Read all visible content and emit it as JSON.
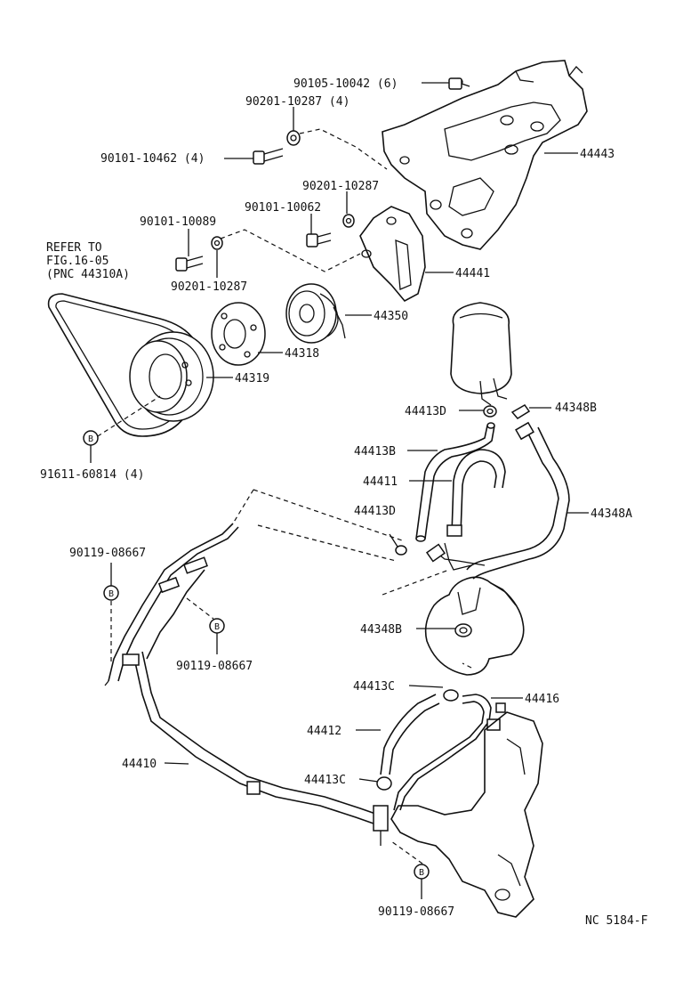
{
  "labels": {
    "p_90105_10042": "90105-10042 (6)",
    "p_90201_10287_4": "90201-10287 (4)",
    "p_90101_10462": "90101-10462 (4)",
    "p_44443": "44443",
    "p_90201_10287_a": "90201-10287",
    "p_90101_10062": "90101-10062",
    "p_90101_10089": "90101-10089",
    "refer_line1": "REFER TO",
    "refer_line2": "FIG.16-05",
    "refer_line3": "(PNC 44310A)",
    "p_90201_10287_b": "90201-10287",
    "p_44441": "44441",
    "p_44350": "44350",
    "p_44318": "44318",
    "p_44319": "44319",
    "p_44413D_a": "44413D",
    "p_44348B_a": "44348B",
    "p_91611": "91611-60814 (4)",
    "p_44413B": "44413B",
    "p_44411": "44411",
    "p_44413D_b": "44413D",
    "p_44348A": "44348A",
    "p_90119_a": "90119-08667",
    "p_44348B_b": "44348B",
    "p_90119_b": "90119-08667",
    "p_44413C_a": "44413C",
    "p_44416": "44416",
    "p_44412": "44412",
    "p_44410": "44410",
    "p_44413C_b": "44413C",
    "p_90119_c": "90119-08667",
    "code": "NC 5184-F"
  },
  "markers": {
    "b": "B"
  }
}
